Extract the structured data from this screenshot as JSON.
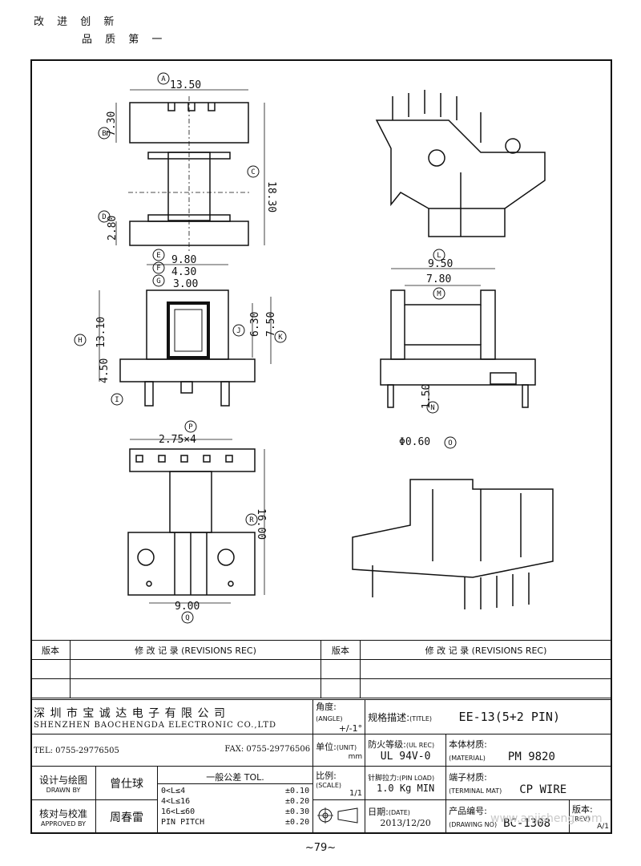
{
  "header": {
    "line1": "改 进 创 新",
    "line2": "品 质 第 一"
  },
  "dims": {
    "A": "13.50",
    "B": "7.30",
    "C": "18.30",
    "D": "2.80",
    "E": "9.80",
    "F": "4.30",
    "G": "3.00",
    "H": "13.10",
    "I": "4.50",
    "J": "6.30",
    "K": "7.50",
    "L": "9.50",
    "M": "7.80",
    "N": "1.50",
    "O": "Φ0.60",
    "P": "2.75×4",
    "Q": "9.00",
    "R": "16.00"
  },
  "letters": [
    "A",
    "B",
    "C",
    "D",
    "E",
    "F",
    "G",
    "H",
    "I",
    "J",
    "K",
    "L",
    "M",
    "N",
    "O",
    "P",
    "Q",
    "R"
  ],
  "revisions": {
    "col_ver": "版本",
    "col_rec": "修 改 记 录  (REVISIONS REC)"
  },
  "company": {
    "cn": "深 圳 市 宝 诚 达 电 子 有 限 公 司",
    "en": "SHENZHEN BAOCHENGDA ELECTRONIC CO.,LTD",
    "tel": "TEL: 0755-29776505",
    "fax": "FAX: 0755-29776506"
  },
  "angle": {
    "label": "角度:",
    "sub": "(ANGLE)",
    "value": "+/-1°"
  },
  "unit": {
    "label": "单位:",
    "sub": "(UNIT)",
    "value": "mm"
  },
  "scale": {
    "label": "比例:",
    "sub": "(SCALE)",
    "value": "1/1"
  },
  "title": {
    "label": "规格描述:",
    "sub": "(TITLE)",
    "value": "EE-13(5+2 PIN)"
  },
  "ul": {
    "label": "防火等级:",
    "sub": "(UL REC)",
    "value": "UL 94V-0"
  },
  "material": {
    "label": "本体材质:",
    "sub": "(MATERIAL)",
    "value": "PM 9820"
  },
  "pinload": {
    "label": "针脚拉力:",
    "sub": "(PIN LOAD)",
    "value": "1.0 Kg MIN"
  },
  "terminal": {
    "label": "端子材质:",
    "sub": "(TERMINAL MAT)",
    "value": "CP WIRE"
  },
  "date": {
    "label": "日期:",
    "sub": "(DATE)",
    "value": "2013/12/20"
  },
  "drawing_no": {
    "label": "产品编号:",
    "sub": "(DRAWING NO)",
    "value": "BC-1308"
  },
  "rev": {
    "label": "版本:",
    "sub": "(REV)",
    "value": "A/1"
  },
  "drawn": {
    "label": "设计与绘图",
    "sub": "DRAWN BY",
    "name": "曾仕球"
  },
  "approved": {
    "label": "核对与校准",
    "sub": "APPROVED BY",
    "name": "周春雷"
  },
  "tolerance": {
    "title": "一般公差 TOL.",
    "rows": [
      {
        "range": "0<L≤4",
        "tol": "±0.10"
      },
      {
        "range": "4<L≤16",
        "tol": "±0.20"
      },
      {
        "range": "16<L≤60",
        "tol": "±0.30"
      },
      {
        "range": "PIN PITCH",
        "tol": "±0.20"
      }
    ]
  },
  "page_number": "~79~",
  "watermark": "www.anjisheng.com"
}
